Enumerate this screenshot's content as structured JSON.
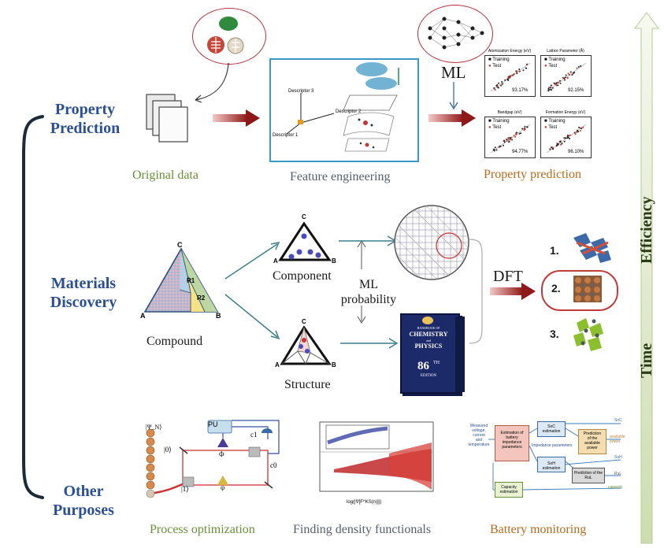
{
  "categories": {
    "property_prediction": "Property\nPrediction",
    "materials_discovery": "Materials\nDiscovery",
    "other_purposes": "Other\nPurposes"
  },
  "captions": {
    "original_data": "Original data",
    "feature_engineering": "Feature engineering",
    "property_prediction": "Property prediction",
    "compound": "Compound",
    "component": "Component",
    "structure": "Structure",
    "process_optimization": "Process optimization",
    "finding_density_functionals": "Finding density functionals",
    "battery_monitoring": "Battery monitoring"
  },
  "labels": {
    "ml": "ML",
    "ml_probability": "ML\nprobability",
    "dft": "DFT",
    "efficiency": "Efficiency",
    "time": "Time",
    "rank_1": "1.",
    "rank_2": "2.",
    "rank_3": "3."
  },
  "feature_panel": {
    "descriptor_1": "Descriptor 1",
    "descriptor_2": "Descriptor 2",
    "descriptor_3": "Descriptor 3"
  },
  "prediction_plots": [
    {
      "title": "Atomization Energy (eV)",
      "score": "93.17%"
    },
    {
      "title": "Lattice Parameter (Å)",
      "score": "92.15%"
    },
    {
      "title": "Bandgap (eV)",
      "score": "94.77%"
    },
    {
      "title": "Formation Energy (eV)",
      "score": "96.10%"
    }
  ],
  "prediction_legend": {
    "training": "Training",
    "test": "Test"
  },
  "triangle_vertices": {
    "a": "A",
    "b": "B",
    "c": "C"
  },
  "compound_regions": {
    "r1": "R1",
    "r2": "R2"
  },
  "book": {
    "title_line1": "HANDBOOK OF",
    "title_line2": "CHEMISTRY",
    "title_line3": "and",
    "title_line4": "PHYSICS",
    "edition_number": "86",
    "edition_suffix": "TH",
    "edition_word": "EDITION"
  },
  "quantum": {
    "pu": "PU",
    "psi": "|Ψ_N⟩",
    "ket0": "|0⟩",
    "ket1": "|1⟩",
    "phi": "Φ",
    "varphi": "φ",
    "c1": "c1",
    "c0": "c0"
  },
  "density_plot": {
    "xlabel": "log(|∇[F^KS(n)]|)"
  },
  "battery": {
    "inputs": "Measured\nvoltage,\ncurrent\nand\ntemperature",
    "estimation": "Estimation of\nbattery\nimpedance\nparameters",
    "impedance_params": "Impedance parameters",
    "soc_estimation": "SoC\nestimation",
    "prediction_power": "Prediction\nof the\navailable\npower",
    "soh_estimation": "SoH\nestimation",
    "prediction_rul": "Prediction of the\nRuL",
    "capacity_estimation": "Capacity\nestimation",
    "out_soc": "SoC",
    "out_power": "available\npower",
    "out_soh": "SoH",
    "out_rul": "RuL",
    "out_capacity": "capacity"
  },
  "colors": {
    "category_blue": "#2b4f93",
    "caption_green": "#6a8f3a",
    "caption_orange": "#b66a1c",
    "arrow_red": "#9b1d1d",
    "teal_arrow": "#3f7f86",
    "efficiency_bar": "#dfe9c8"
  }
}
